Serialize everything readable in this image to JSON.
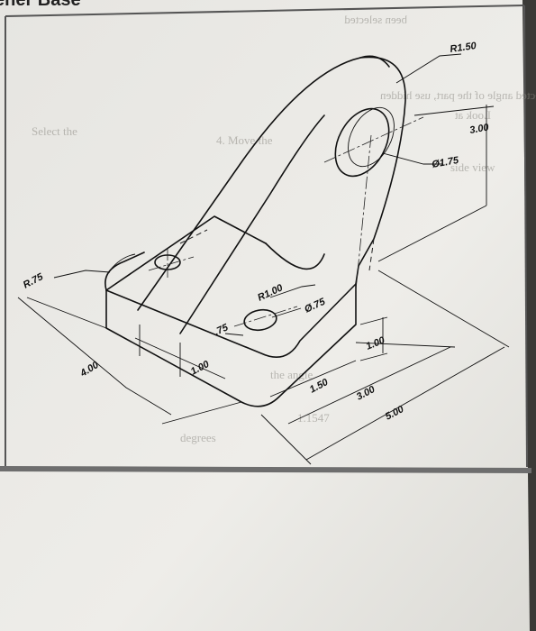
{
  "header": {
    "title_fragment": "ener Base"
  },
  "dimensions": {
    "r150": "R1.50",
    "d300_right": "3.00",
    "dia175": "Ø1.75",
    "r75": "R.75",
    "r100": "R1.00",
    "dia75": "Ø.75",
    "d75": ".75",
    "d100_height": "1.00",
    "d400": "4.00",
    "d100_base": "1.00",
    "d150": "1.50",
    "d300_bottom": "3.00",
    "d500": "5.00"
  },
  "bleed_text": {
    "line1": "been selected",
    "line2": "ected angle of the part, use hidden",
    "line3": "Look at",
    "line4": "4. Move the",
    "line5": "side view",
    "line6": "Select the",
    "line7": "the angle",
    "line8": "1.1547",
    "line9": "degrees"
  },
  "colors": {
    "paper": "#e9e8e4",
    "ink": "#111111",
    "background": "#2a2a28",
    "frame": "#6e6e6e"
  }
}
